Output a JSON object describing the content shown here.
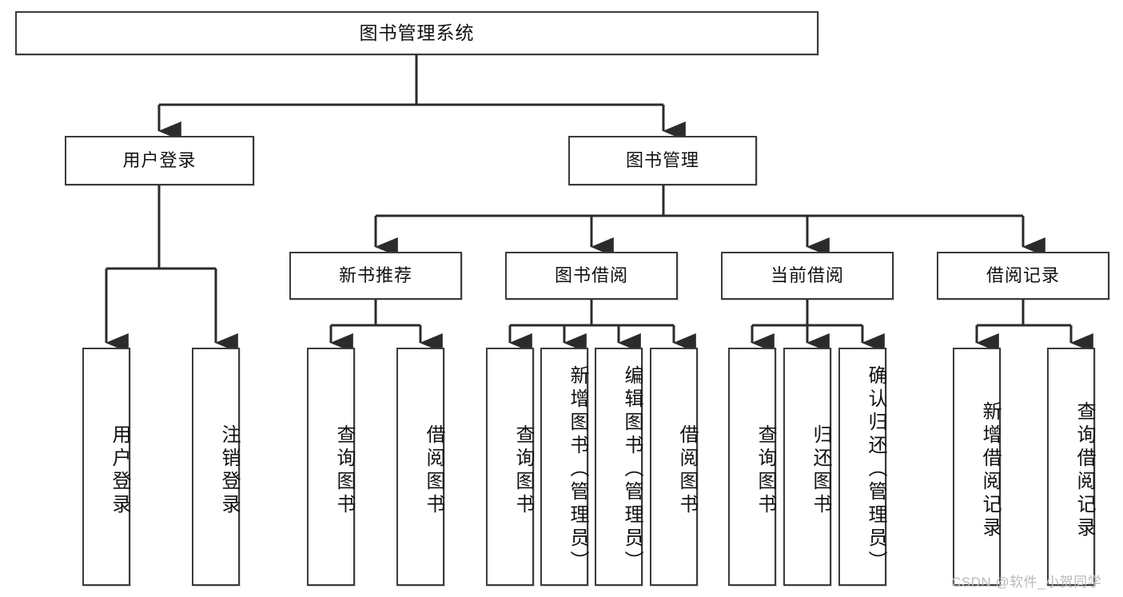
{
  "diagram": {
    "title": "图书管理系统",
    "type": "tree",
    "watermark": "CSDN @软件_小贺同学",
    "colors": {
      "box_border": "#3b3b3b",
      "box_fill": "#ffffff",
      "connector": "#2b2b2b",
      "text": "#111111",
      "watermark": "#b9b9b9"
    },
    "root": {
      "id": "root",
      "label": "图书管理系统"
    },
    "level2": [
      {
        "id": "user-login",
        "label": "用户登录"
      },
      {
        "id": "book-manage",
        "label": "图书管理"
      }
    ],
    "level3": [
      {
        "id": "new-book-recommend",
        "label": "新书推荐",
        "parent": "book-manage"
      },
      {
        "id": "book-borrow",
        "label": "图书借阅",
        "parent": "book-manage"
      },
      {
        "id": "current-borrow",
        "label": "当前借阅",
        "parent": "book-manage"
      },
      {
        "id": "borrow-record",
        "label": "借阅记录",
        "parent": "book-manage"
      }
    ],
    "leaves": {
      "user-login": [
        {
          "id": "leaf-user-login",
          "label": "用户登录"
        },
        {
          "id": "leaf-user-logout",
          "label": "注销登录"
        }
      ],
      "new-book-recommend": [
        {
          "id": "leaf-query-book-1",
          "label": "查询图书"
        },
        {
          "id": "leaf-borrow-book-1",
          "label": "借阅图书"
        }
      ],
      "book-borrow": [
        {
          "id": "leaf-query-book-2",
          "label": "查询图书"
        },
        {
          "id": "leaf-add-book",
          "label": "新增图书（管理员）"
        },
        {
          "id": "leaf-edit-book",
          "label": "编辑图书（管理员）"
        },
        {
          "id": "leaf-borrow-book-2",
          "label": "借阅图书"
        }
      ],
      "current-borrow": [
        {
          "id": "leaf-query-book-3",
          "label": "查询图书"
        },
        {
          "id": "leaf-return-book",
          "label": "归还图书"
        },
        {
          "id": "leaf-confirm-return",
          "label": "确认归还（管理员）"
        }
      ],
      "borrow-record": [
        {
          "id": "leaf-add-record",
          "label": "新增借阅记录"
        },
        {
          "id": "leaf-query-record",
          "label": "查询借阅记录"
        }
      ]
    }
  }
}
